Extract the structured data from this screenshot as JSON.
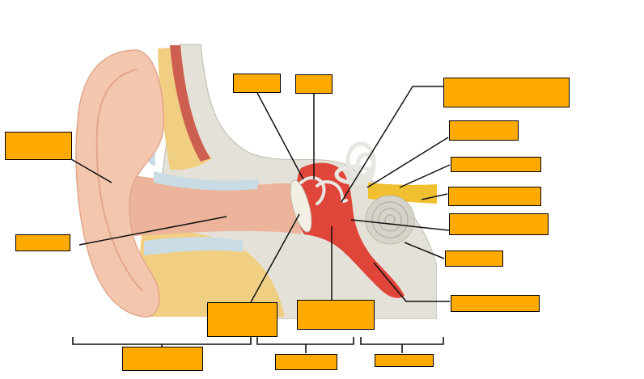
{
  "colors": {
    "label_fill": "#FFAA00",
    "label_border": "#000000",
    "skin": "#F3C7AE",
    "skin_dark": "#E3A68A",
    "canal": "#EBB49B",
    "bone": "#E4E2D8",
    "bone_edge": "#BDB9AC",
    "marrow": "#F1CF82",
    "cartilage": "#C9DCE6",
    "muscle": "#CC5F4F",
    "middle_ear": "#E0453A",
    "eardrum": "#F4EFE3",
    "cochlea": "#D6D3CA",
    "canals": "#E8E6E0",
    "nerve": "#F1C031",
    "leader": "#111111"
  },
  "icons": {
    "ear": "ear-anatomy-icon"
  },
  "labels": [
    {
      "id": "pinna",
      "text": ""
    },
    {
      "id": "external-canal",
      "text": ""
    },
    {
      "id": "malleus",
      "text": ""
    },
    {
      "id": "incus",
      "text": ""
    },
    {
      "id": "semicircular-canals",
      "text": ""
    },
    {
      "id": "vestibular-nerve",
      "text": ""
    },
    {
      "id": "cochlear-nerve",
      "text": ""
    },
    {
      "id": "vestibulocochlear",
      "text": ""
    },
    {
      "id": "oval-window",
      "text": ""
    },
    {
      "id": "cochlea",
      "text": ""
    },
    {
      "id": "eustachian-tube",
      "text": ""
    },
    {
      "id": "tympanic-membrane",
      "text": ""
    },
    {
      "id": "tympanic-cavity",
      "text": ""
    },
    {
      "id": "outer-ear",
      "text": ""
    },
    {
      "id": "middle-ear",
      "text": ""
    },
    {
      "id": "inner-ear",
      "text": ""
    }
  ]
}
